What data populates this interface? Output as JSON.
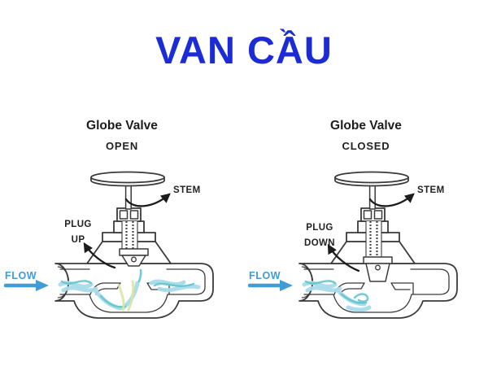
{
  "title": {
    "text": "VAN CẦU"
  },
  "colors": {
    "title_blue": "#1b2cd7",
    "line_dark": "#3a3a3a",
    "flow_blue": "#3f9cd6",
    "water_light": "#a9dbea",
    "water_teal": "#63c5ce",
    "water_green": "#d8e5a4",
    "label_dark": "#1d1d1d"
  },
  "figures": [
    {
      "heading": "Globe Valve",
      "state": "OPEN",
      "stem_label": "STEM",
      "plug_line1": "PLUG",
      "plug_line2": "UP",
      "flow_label": "FLOW"
    },
    {
      "heading": "Globe Valve",
      "state": "CLOSED",
      "stem_label": "STEM",
      "plug_line1": "PLUG",
      "plug_line2": "DOWN",
      "flow_label": "FLOW"
    }
  ]
}
